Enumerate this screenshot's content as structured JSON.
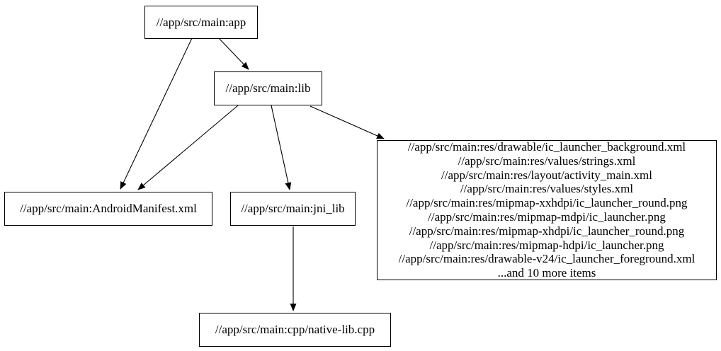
{
  "diagram": {
    "type": "dependency-graph",
    "background_color": "#ffffff",
    "node_border_color": "#000000",
    "text_color": "#000000",
    "nodes": {
      "app": {
        "label": "//app/src/main:app"
      },
      "lib": {
        "label": "//app/src/main:lib"
      },
      "android_manifest": {
        "label": "//app/src/main:AndroidManifest.xml"
      },
      "jni_lib": {
        "label": "//app/src/main:jni_lib"
      },
      "resources": {
        "lines": [
          "//app/src/main:res/drawable/ic_launcher_background.xml",
          "//app/src/main:res/values/strings.xml",
          "//app/src/main:res/layout/activity_main.xml",
          "//app/src/main:res/values/styles.xml",
          "//app/src/main:res/mipmap-xxhdpi/ic_launcher_round.png",
          "//app/src/main:res/mipmap-mdpi/ic_launcher.png",
          "//app/src/main:res/mipmap-xhdpi/ic_launcher_round.png",
          "//app/src/main:res/mipmap-hdpi/ic_launcher.png",
          "//app/src/main:res/drawable-v24/ic_launcher_foreground.xml",
          "...and 10 more items"
        ]
      },
      "native_lib": {
        "label": "//app/src/main:cpp/native-lib.cpp"
      }
    },
    "edges": [
      {
        "from": "app",
        "to": "android_manifest"
      },
      {
        "from": "app",
        "to": "lib"
      },
      {
        "from": "lib",
        "to": "android_manifest"
      },
      {
        "from": "lib",
        "to": "jni_lib"
      },
      {
        "from": "lib",
        "to": "resources"
      },
      {
        "from": "jni_lib",
        "to": "native_lib"
      }
    ]
  }
}
